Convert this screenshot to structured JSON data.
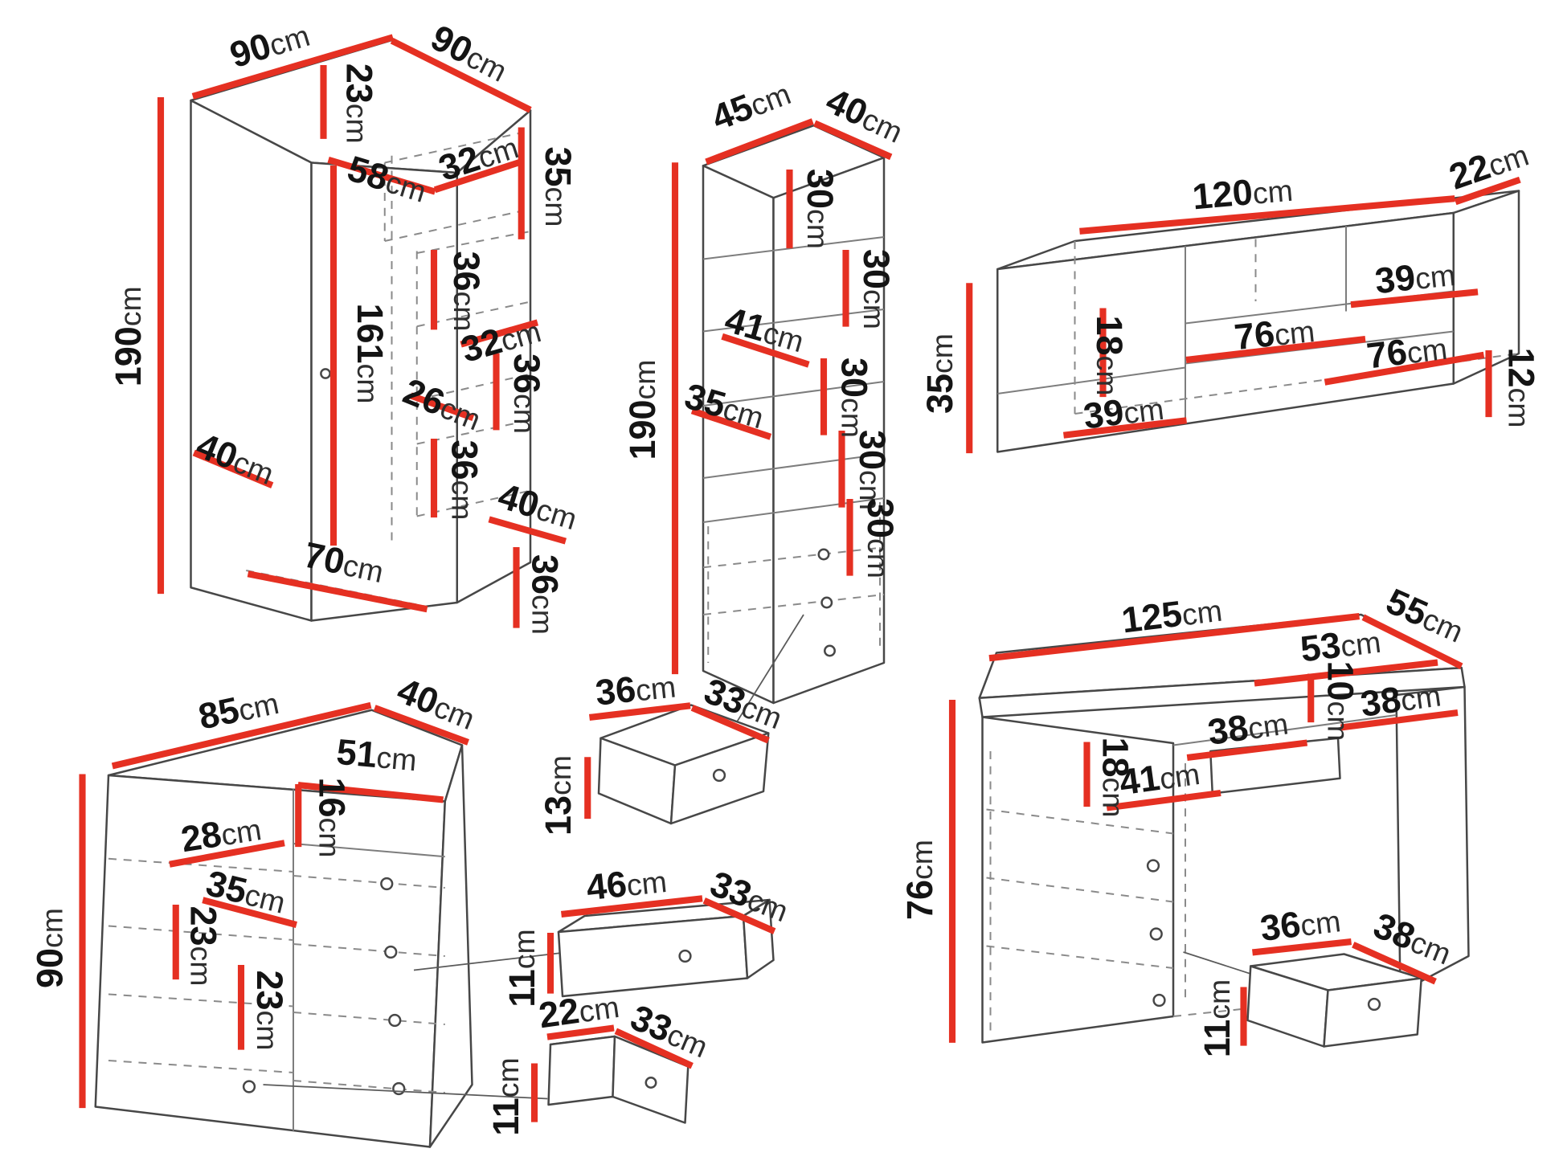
{
  "page": {
    "unit": "cm",
    "background": "#ffffff"
  },
  "colors": {
    "dimension": "#e53022",
    "outline": "#474747",
    "hidden": "#8a8a8a",
    "label": "#141414"
  },
  "pieces": {
    "corner_wardrobe": {
      "dims": {
        "top_left_width": "90",
        "top_right_width": "90",
        "cornice_depth": "23",
        "front_width": "58",
        "top_shelf_width": "32",
        "top_shelf_height": "35",
        "height": "190",
        "door_height": "161",
        "shelf_gap_a": "36",
        "shelf_width_mid": "32",
        "shelf_gap_b": "36",
        "shelf_depth": "26",
        "shelf_gap_c": "36",
        "left_side_depth": "40",
        "shelf_width_low": "40",
        "bottom_width": "70",
        "shelf_gap_d": "36"
      }
    },
    "bookcase": {
      "dims": {
        "width": "45",
        "depth": "40",
        "height": "190",
        "gap_a": "30",
        "gap_b": "30",
        "shelf_width_a": "41",
        "gap_c": "30",
        "shelf_width_b": "35",
        "gap_d": "30",
        "gap_e": "30"
      }
    },
    "wall_unit": {
      "dims": {
        "width": "120",
        "depth": "22",
        "height": "35",
        "inner_height_left": "18",
        "shelf_top_right": "39",
        "shelf_mid": "76",
        "shelf_low_right": "76",
        "shelf_low_left": "39",
        "inner_height_right": "12"
      }
    },
    "chest": {
      "dims": {
        "width": "85",
        "depth": "40",
        "inner_width": "51",
        "inner_gap": "16",
        "shelf_left_width": "28",
        "height": "90",
        "shelf_mid_width": "35",
        "gap_left_a": "23",
        "gap_left_b": "23"
      }
    },
    "drawer_a": {
      "dims": {
        "width": "36",
        "depth": "33",
        "height": "13"
      }
    },
    "drawer_b": {
      "dims": {
        "width": "46",
        "depth": "33",
        "height": "11"
      }
    },
    "drawer_c": {
      "dims": {
        "width": "22",
        "depth": "33",
        "height": "11"
      }
    },
    "desk": {
      "dims": {
        "width": "125",
        "depth": "55",
        "top_inner_width": "53",
        "drawer_height": "10",
        "top_right_width": "38",
        "top_left_width": "38",
        "pedestal_gap": "18",
        "pedestal_width": "41",
        "height": "76"
      }
    },
    "desk_drawer": {
      "dims": {
        "width": "36",
        "depth": "38",
        "height": "11"
      }
    }
  }
}
